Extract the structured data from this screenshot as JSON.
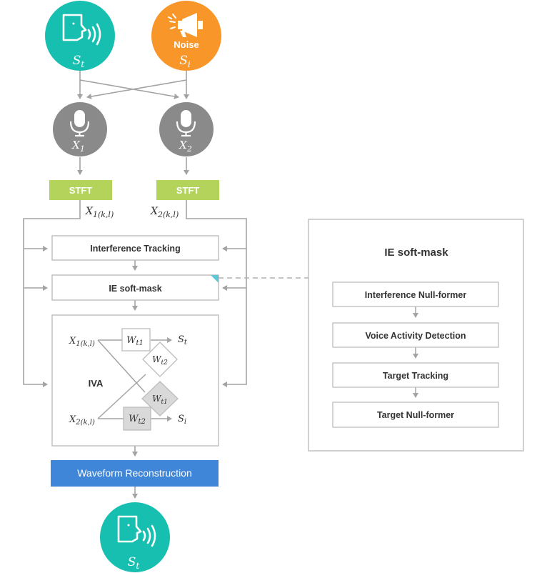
{
  "colors": {
    "teal": "#17bfb0",
    "orange": "#f8962a",
    "mic_gray": "#8a8a8a",
    "stft_green": "#b3d35a",
    "blue": "#3f86d8",
    "line": "#a3a3a3",
    "box_border": "#bdbdbd"
  },
  "icons": {
    "speaker": "speaking-head-icon",
    "noise": "megaphone-icon",
    "mic": "microphone-icon"
  },
  "nodes": {
    "speaker_top": {
      "label": "S",
      "sub": "t"
    },
    "noise": {
      "tag": "Noise",
      "label": "S",
      "sub": "i"
    },
    "mic1": {
      "label": "X",
      "sub": "1"
    },
    "mic2": {
      "label": "X",
      "sub": "2"
    },
    "stft1": "STFT",
    "stft2": "STFT",
    "signal1": {
      "label": "X",
      "sub": "1(k,l)"
    },
    "signal2": {
      "label": "X",
      "sub": "2(k,l)"
    },
    "interference_tracking": "Interference Tracking",
    "ie_softmask": "IE soft-mask",
    "waveform": "Waveform Reconstruction",
    "speaker_out": {
      "label": "S",
      "sub": "t"
    }
  },
  "iva": {
    "title": "IVA",
    "in1": {
      "label": "X",
      "sub": "1(k,l)"
    },
    "in2": {
      "label": "X",
      "sub": "2(k,l)"
    },
    "w_t1": {
      "label": "W",
      "sub": "t1"
    },
    "w_t2_white": {
      "label": "W",
      "sub": "t2"
    },
    "w_t1_gray": {
      "label": "W",
      "sub": "t1"
    },
    "w_t2": {
      "label": "W",
      "sub": "t2"
    },
    "out1": {
      "label": "S",
      "sub": "t"
    },
    "out2": {
      "label": "S",
      "sub": "i"
    }
  },
  "detail": {
    "title": "IE soft-mask",
    "steps": [
      "Interference Null-former",
      "Voice Activity Detection",
      "Target Tracking",
      "Target Null-former"
    ]
  }
}
